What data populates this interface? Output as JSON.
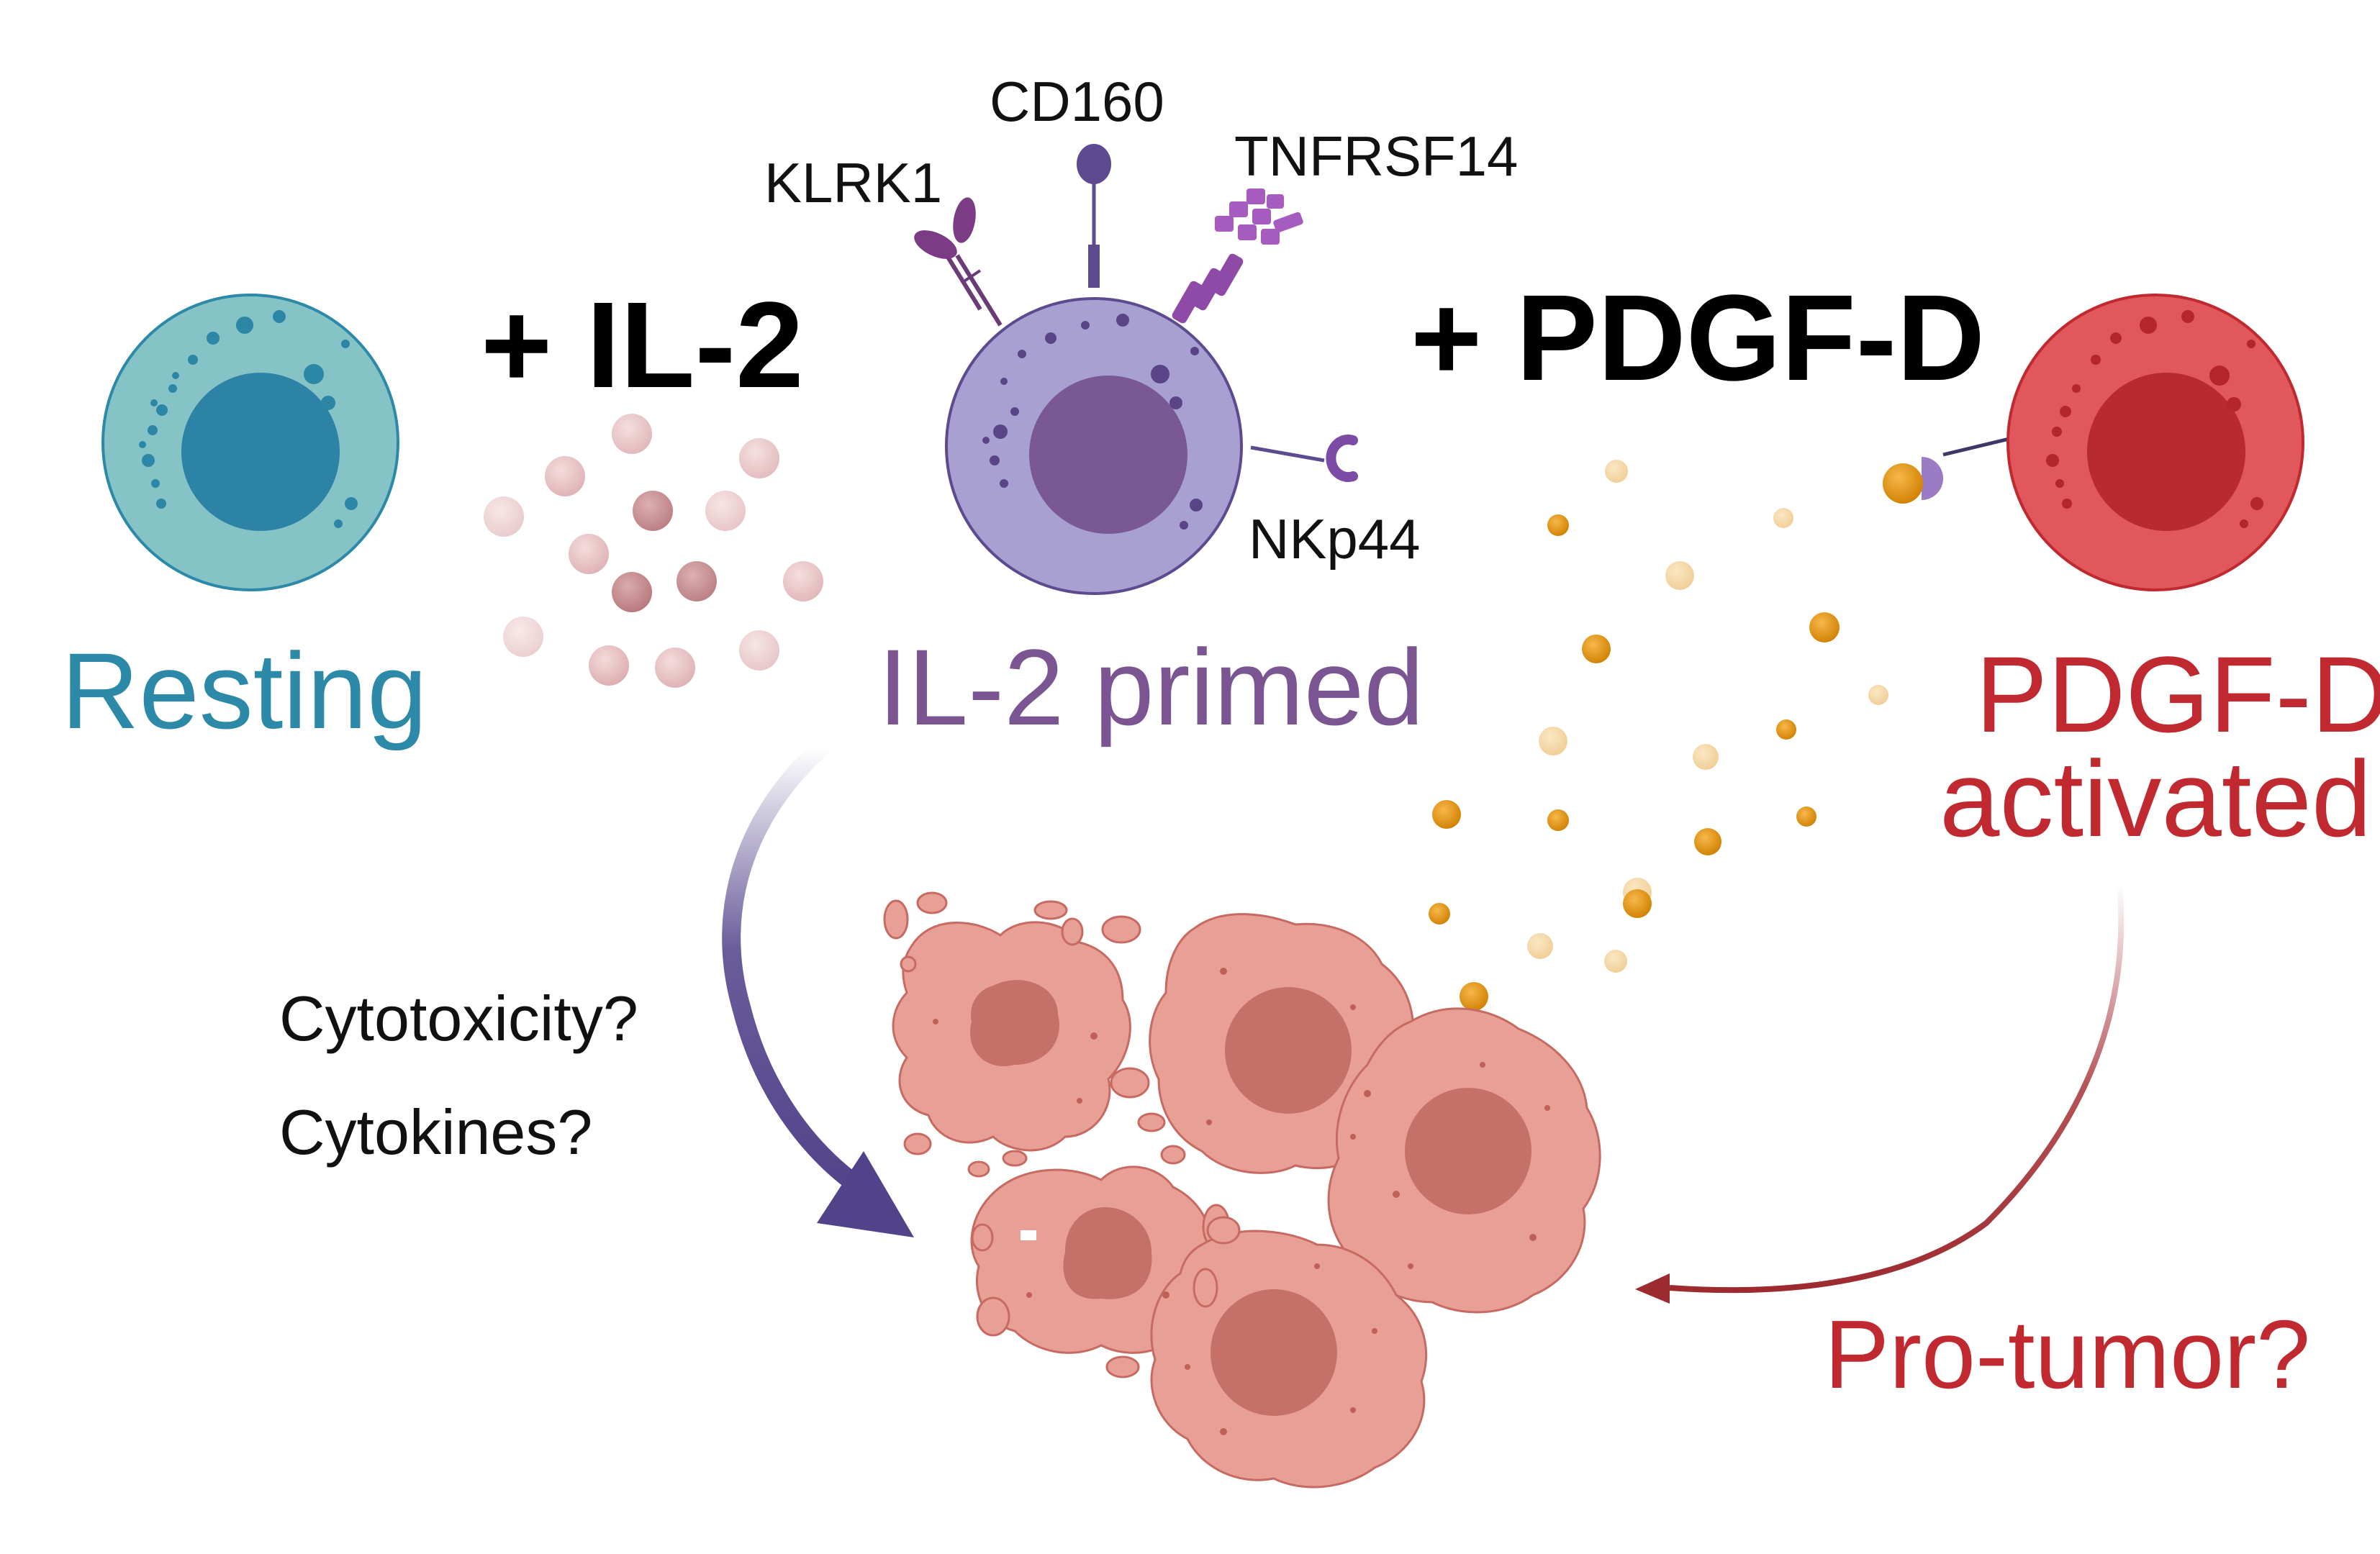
{
  "colors": {
    "resting": "#2c8aa8",
    "primed": "#7b5592",
    "activated": "#c0292f",
    "tumor": "#e8a096",
    "ligand": "#e2930f",
    "il2": "#d49a9e"
  },
  "labels": {
    "resting": "Resting",
    "il2_step": "+ IL-2",
    "primed": "IL-2 primed",
    "pdgfd_step": "+ PDGF-D",
    "activated_line1": "PDGF-D",
    "activated_line2": "activated",
    "cytotoxicity": "Cytotoxicity?",
    "cytokines": "Cytokines?",
    "protumor": "Pro-tumor?"
  },
  "receptors": {
    "klrk1": "KLRK1",
    "cd160": "CD160",
    "tnfrsf14": "TNFRSF14",
    "nkp44": "NKp44"
  }
}
